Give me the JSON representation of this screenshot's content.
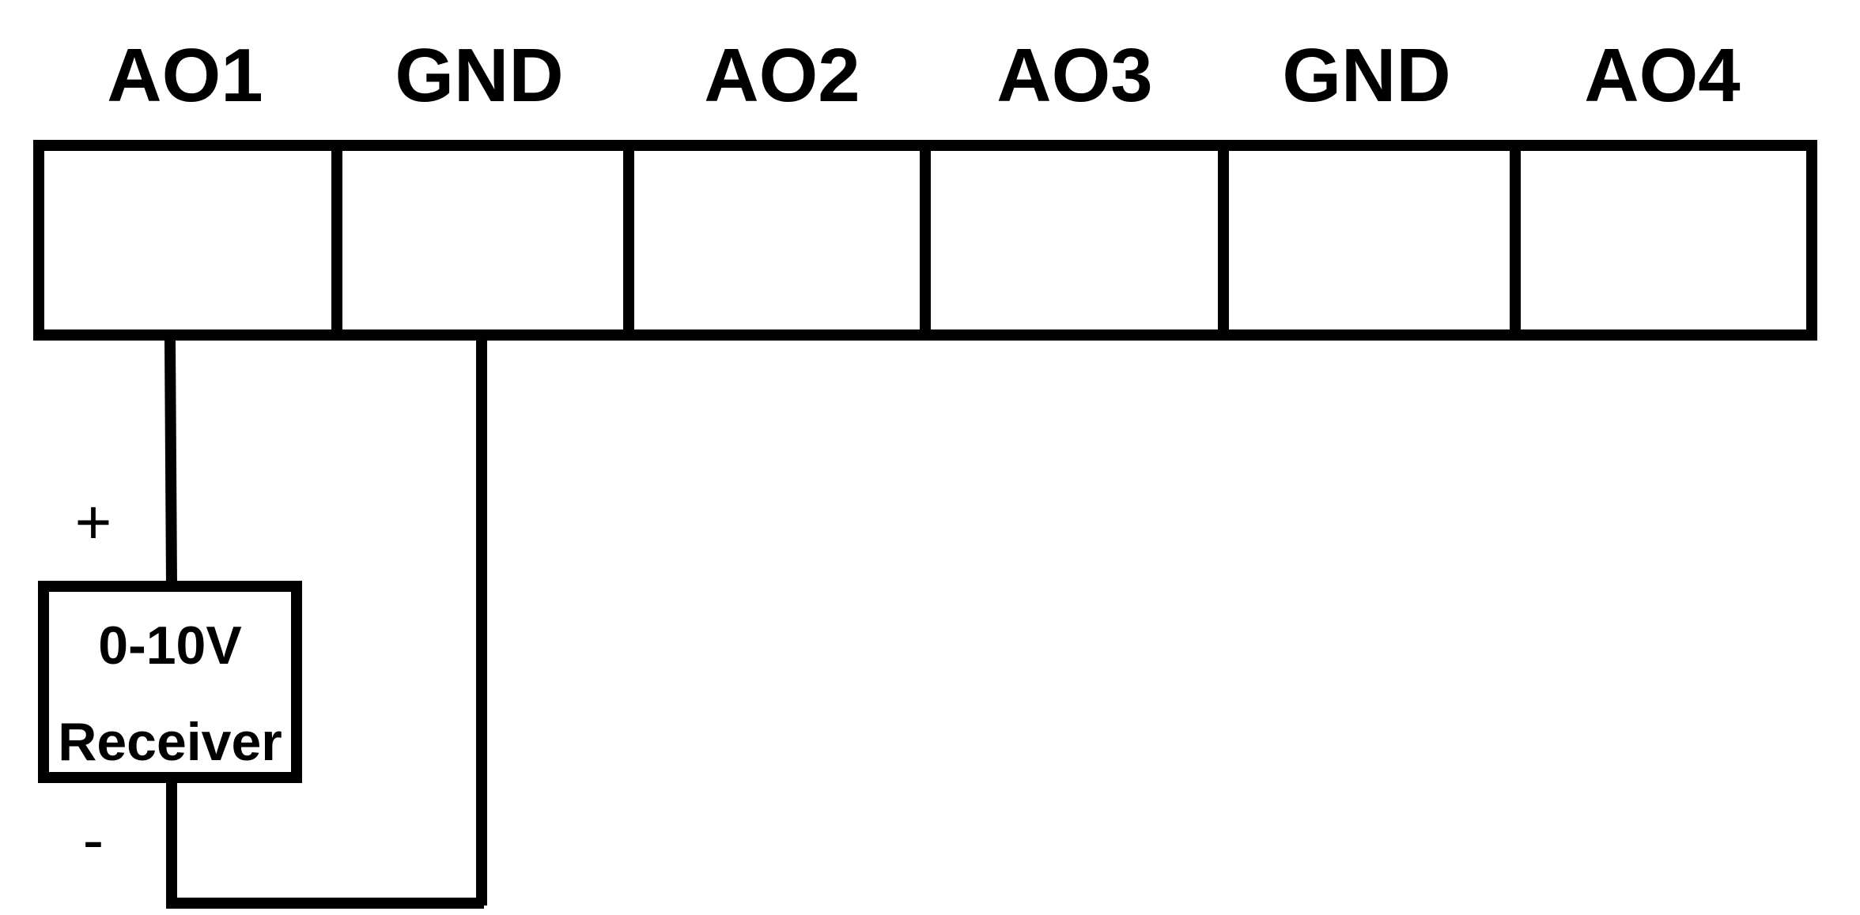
{
  "terminals": [
    {
      "label": "AO1"
    },
    {
      "label": "GND"
    },
    {
      "label": "AO2"
    },
    {
      "label": "AO3"
    },
    {
      "label": "GND"
    },
    {
      "label": "AO4"
    }
  ],
  "receiver": {
    "line1": "0-10V",
    "line2": "Receiver"
  },
  "polarity": {
    "plus": "+",
    "minus": "-"
  }
}
